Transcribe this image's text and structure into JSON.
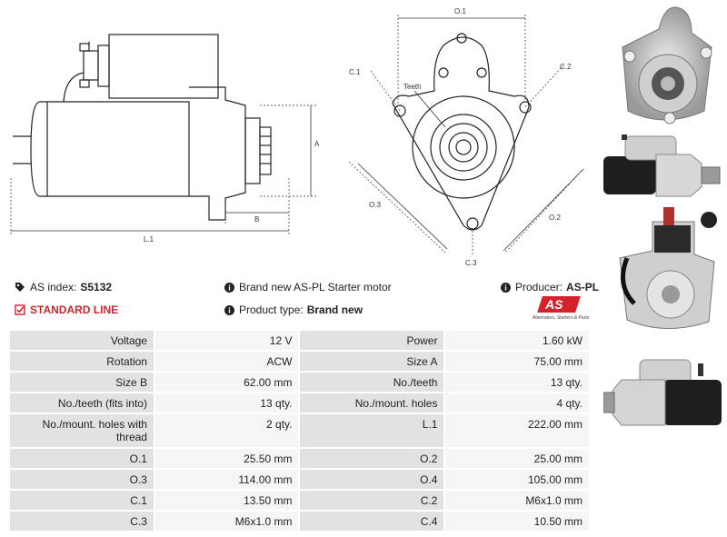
{
  "diagram": {
    "side_labels": {
      "a": "A",
      "b": "B",
      "l1": "L.1"
    },
    "front_labels": {
      "o1": "O.1",
      "o2": "O.2",
      "o3": "O.3",
      "c1": "C.1",
      "c2": "C.2",
      "c3": "C.3",
      "teeth": "Teeth"
    }
  },
  "info": {
    "as_index_label": "AS index:",
    "as_index_value": "S5132",
    "description": "Brand new AS-PL Starter motor",
    "producer_label": "Producer:",
    "producer_value": "AS-PL",
    "line": "STANDARD LINE",
    "product_type_label": "Product type:",
    "product_type_value": "Brand new",
    "logo_text": "AS",
    "logo_tagline": "Alternators, Starters & Parts"
  },
  "colors": {
    "accent_red": "#d5232b",
    "key_cell": "#e2e2e2",
    "value_cell": "#f5f5f5"
  },
  "specs": [
    {
      "k1": "Voltage",
      "v1": "12 V",
      "k2": "Power",
      "v2": "1.60 kW"
    },
    {
      "k1": "Rotation",
      "v1": "ACW",
      "k2": "Size A",
      "v2": "75.00 mm"
    },
    {
      "k1": "Size B",
      "v1": "62.00 mm",
      "k2": "No./teeth",
      "v2": "13 qty."
    },
    {
      "k1": "No./teeth (fits into)",
      "v1": "13 qty.",
      "k2": "No./mount. holes",
      "v2": "4 qty."
    },
    {
      "k1": "No./mount. holes with thread",
      "v1": "2 qty.",
      "k2": "L.1",
      "v2": "222.00 mm"
    },
    {
      "k1": "O.1",
      "v1": "25.50 mm",
      "k2": "O.2",
      "v2": "25.00 mm"
    },
    {
      "k1": "O.3",
      "v1": "114.00 mm",
      "k2": "O.4",
      "v2": "105.00 mm"
    },
    {
      "k1": "C.1",
      "v1": "13.50 mm",
      "k2": "C.2",
      "v2": "M6x1.0 mm"
    },
    {
      "k1": "C.3",
      "v1": "M6x1.0 mm",
      "k2": "C.4",
      "v2": "10.50 mm"
    }
  ]
}
